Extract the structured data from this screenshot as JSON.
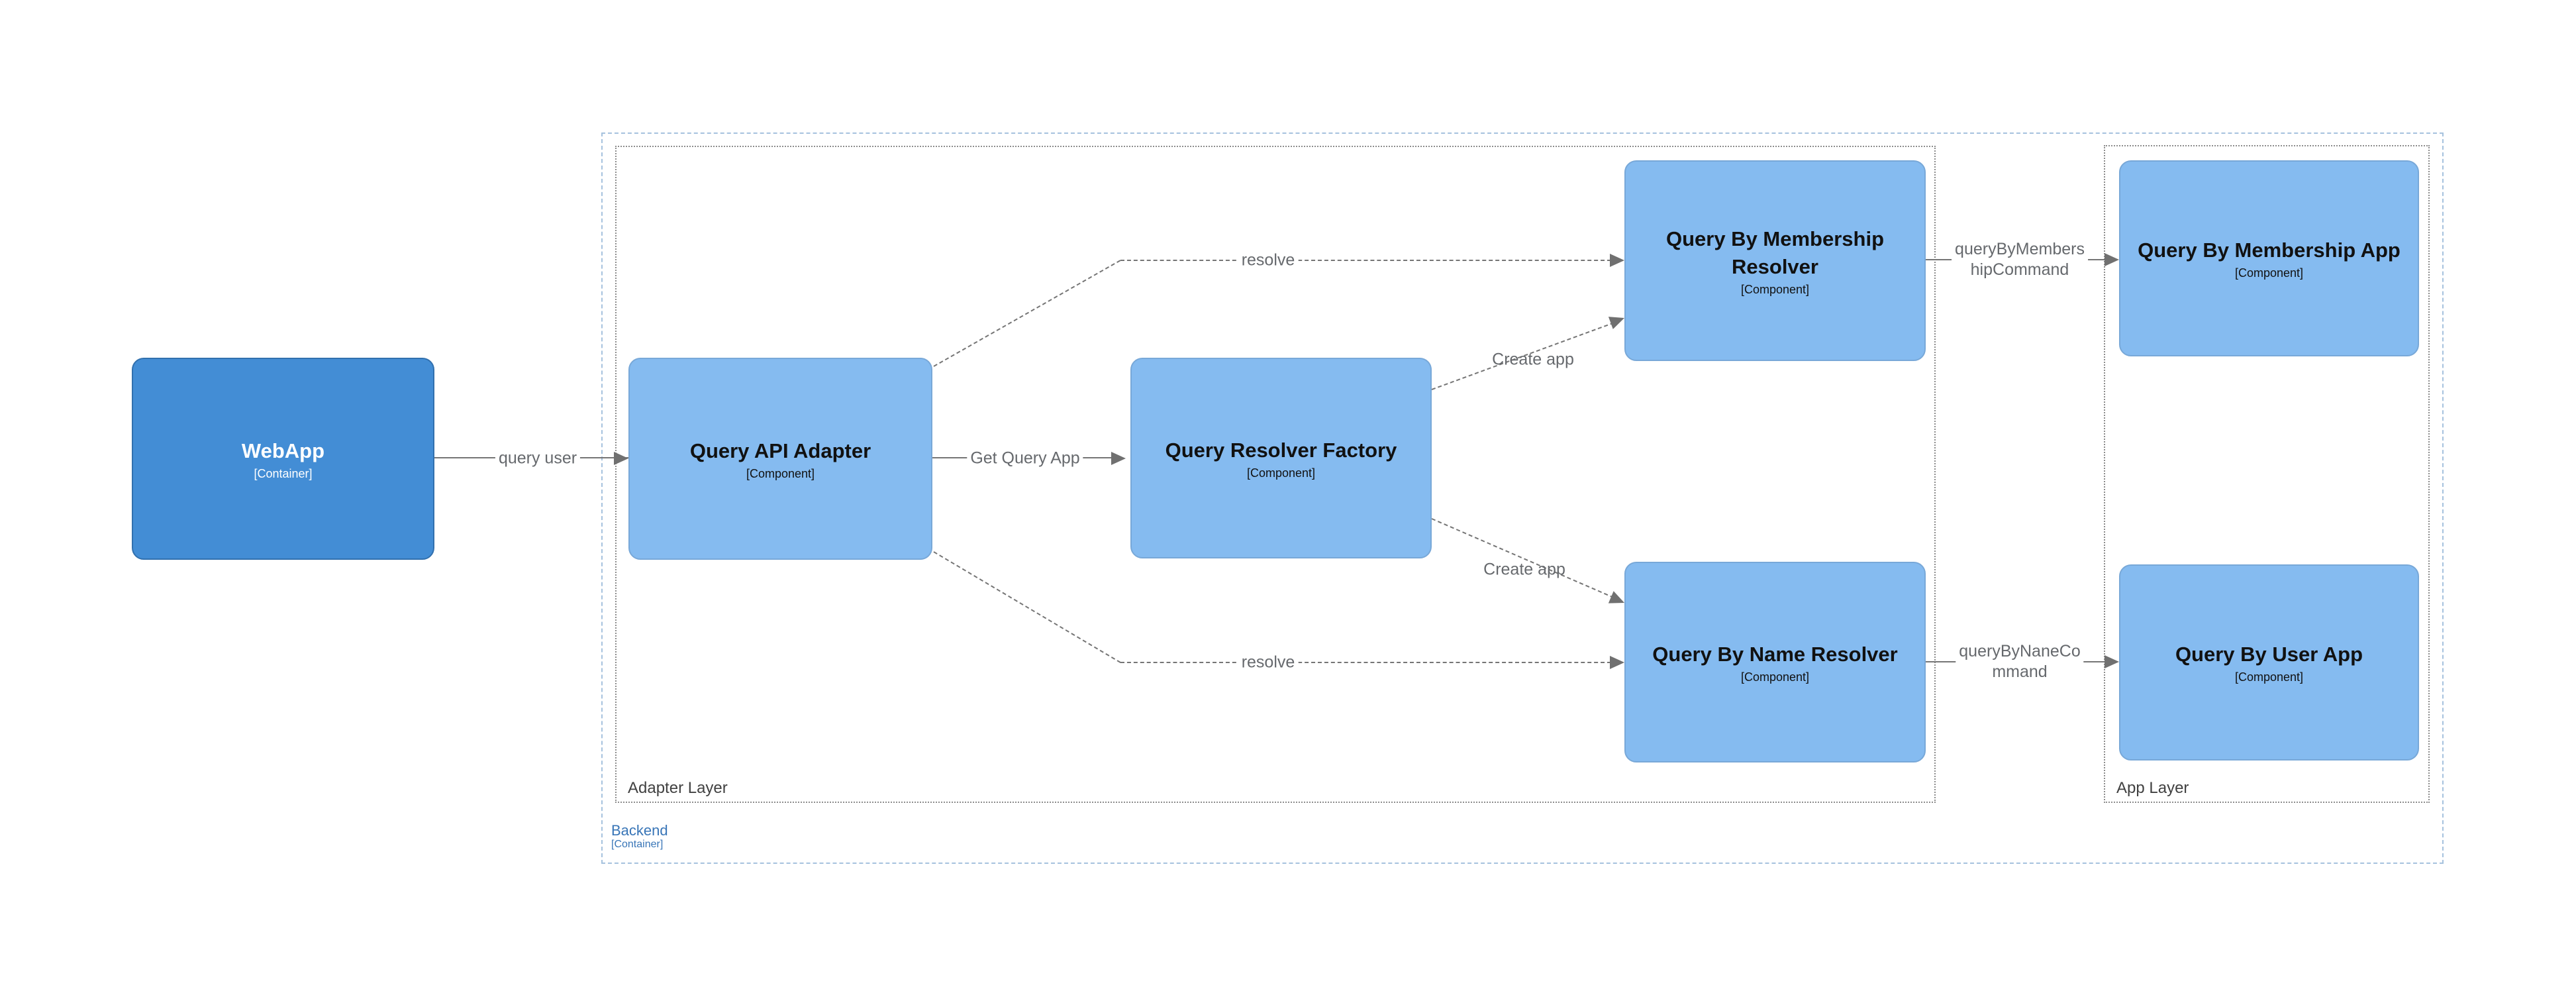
{
  "diagram": {
    "title": "C4 component diagram",
    "nodes": {
      "webapp": {
        "title": "WebApp",
        "type": "[Container]"
      },
      "query_api_adapter": {
        "title": "Query API Adapter",
        "type": "[Component]"
      },
      "query_resolver_factory": {
        "title": "Query Resolver Factory",
        "type": "[Component]"
      },
      "query_by_membership_resolver": {
        "title": "Query By Membership Resolver",
        "type": "[Component]"
      },
      "query_by_name_resolver": {
        "title": "Query By Name Resolver",
        "type": "[Component]"
      },
      "query_by_membership_app": {
        "title": "Query By Membership App",
        "type": "[Component]"
      },
      "query_by_user_app": {
        "title": "Query By User App",
        "type": "[Component]"
      }
    },
    "boundaries": {
      "adapter_layer": {
        "label": "Adapter Layer"
      },
      "app_layer": {
        "label": "App Layer"
      },
      "backend": {
        "label": "Backend",
        "type": "[Container]"
      }
    },
    "edges": {
      "query_user": {
        "label": "query user"
      },
      "get_query_app": {
        "label": "Get Query App"
      },
      "resolve_top": {
        "label": "resolve"
      },
      "resolve_bottom": {
        "label": "resolve"
      },
      "create_app_top": {
        "label": "Create app"
      },
      "create_app_bottom": {
        "label": "Create app"
      },
      "membership_command": {
        "lines": [
          "queryByMembers",
          "hipCommand"
        ]
      },
      "nane_command": {
        "lines": [
          "queryByNaneCo",
          "mmand"
        ]
      }
    },
    "colors": {
      "container_fill": "#438dd5",
      "component_fill": "#85bbf0",
      "backend_accent": "#3875b7",
      "boundary_gray": "#8c8c8c",
      "line_gray": "#707070",
      "edge_label_gray": "#66696d"
    }
  }
}
